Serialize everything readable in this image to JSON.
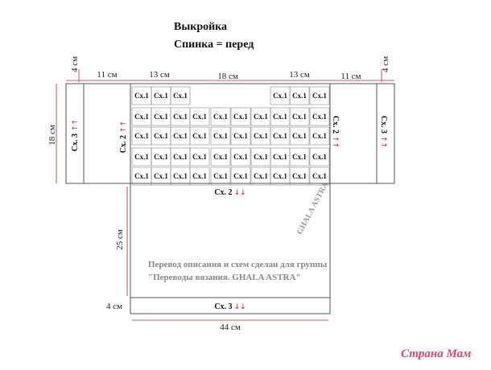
{
  "title": "Выкройка",
  "subtitle": "Спинка = перед",
  "dims": {
    "top_left_4": "4 см",
    "top_11_left": "11 см",
    "top_13_left": "13 см",
    "top_18": "18 см",
    "top_13_right": "13 см",
    "top_11_right": "11 см",
    "top_right_4": "4 см",
    "side_18": "18 см",
    "body_25": "25 см",
    "bottom_4": "4 см",
    "bottom_44": "44 см"
  },
  "cell_label": "Сх.1",
  "labels": {
    "sleeve_left": "Сх. 3",
    "armhole_left": "Сх. 2",
    "armhole_right": "Сх. 2",
    "sleeve_right": "Сх. 3",
    "bottom_sx2": "Сх. 2",
    "hem_sx3": "Сх. 3",
    "arrows_up": "↑↑",
    "arrows_down": "↓↓"
  },
  "note": {
    "line1": "Перевод описания и схем сделан для группы",
    "line2": "\"Переводы вязания. GHALA ASTRA\""
  },
  "watermark": "GHALA ASTRA",
  "logo": "Страна Мам",
  "colors": {
    "accent": "#d02020",
    "lines": "#555555",
    "logo": "#e0407a"
  }
}
